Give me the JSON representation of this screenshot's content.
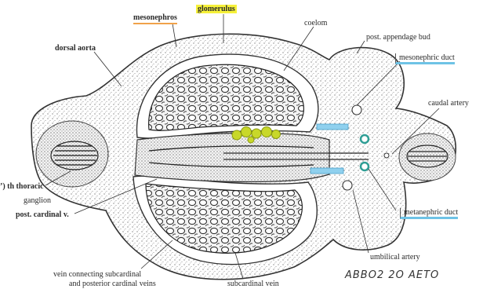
{
  "labels": {
    "glomerulus": "glomerulus",
    "mesonephros": "mesonephros",
    "coelom": "coelom",
    "post_appendage_bud": "post. appendage bud",
    "mesonephric_duct": "mesonephric duct",
    "dorsal_aorta": "dorsal aorta",
    "caudal_artery": "caudal artery",
    "thoracic_ganglion_1": "ʼ) th thoracic",
    "thoracic_ganglion_2": "ganglion",
    "post_cardinal_v": "post. cardinal v.",
    "metanephric_duct": "metanephric duct",
    "umbilical_artery": "umbilical artery",
    "vein_connecting_1": "vein connecting  subcardinal",
    "vein_connecting_2": "and   posterior cardinal veins",
    "subcardinal_vein": "subcardinal vein"
  },
  "handwriting": "ABBO2 2O AETO",
  "colors": {
    "highlight_yellow": "#f6f13a",
    "underline_orange": "#f0a24a",
    "underline_blue": "#6ec3e6",
    "glomeruli_green": "#c8d82a",
    "duct_teal": "#2f9e95",
    "ink": "#2a2a2a"
  }
}
